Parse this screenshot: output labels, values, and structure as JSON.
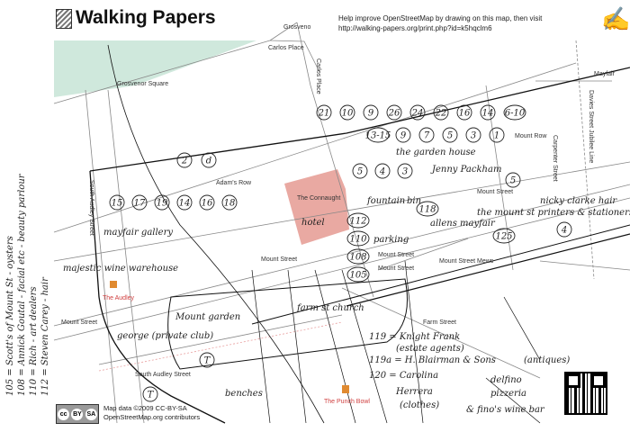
{
  "header": {
    "title": "Walking Papers",
    "help_line1": "Help improve OpenStreetMap by drawing on this map, then visit",
    "help_line2": "http://walking-papers.org/print.php?id=k5hqclm6"
  },
  "streets": {
    "grosvenor_square": "Grosvenor Square",
    "grosvenor": "Grosveno",
    "carlos_place_top": "Carlos Place",
    "carlos_place": "Carlos Place",
    "adams_row": "Adam's Row",
    "mount_row": "Mount Row",
    "mount_street_1": "Mount Street",
    "mount_street_2": "Mount Street",
    "mount_street_3": "Mount Street",
    "mount_street_4": "Mount Street",
    "mount_street_5": "Mount Street",
    "south_audley_1": "South Audley Street",
    "south_audley_2": "South Audley Street",
    "mount_street_mews": "Mount Street Mews",
    "carpenter_street": "Carpenter Street",
    "davies_street": "Davies Street Jubilee Line",
    "farm_street": "Farm Street",
    "mayfair": "Mayfair"
  },
  "pois": {
    "connaught": "The Connaught",
    "audley": "The Audley",
    "punch_bowl": "The Punch Bowl"
  },
  "annotations": {
    "hotel": "hotel",
    "mount_garden": "Mount garden",
    "farm_st_church": "farm st church",
    "benches": "benches",
    "n119": "119 = Knight Frank",
    "n119b": "(estate agents)",
    "n119a": "119a = H. Blairman & Sons",
    "n119ab": "(antiques)",
    "n120": "120 = Carolina",
    "n120b": "Herrera",
    "n120c": "(clothes)",
    "delfino": "delfino",
    "pizzeria": "pizzeria",
    "finos": "& fino's wine bar",
    "n105": "105 = Scott's of Mount St - oysters",
    "n108": "108 = Annick Goutal - facial etc - beauty parlour",
    "n110": "110 = Rich - art dealers",
    "n112": "112 = Steven Carey - hair",
    "garden_house": "the garden house",
    "nicky": "nicky clarke hair",
    "printers": "the mount st printers & stationers",
    "mayfair_gallery": "mayfair gallery",
    "majestic": "majestic wine warehouse",
    "george": "george (private club)",
    "parking": "parking",
    "allens": "allens mayfair",
    "jenny": "Jenny Packham",
    "fountain": "fountain",
    "bin": "bin",
    "circles": [
      "21",
      "10",
      "9",
      "26",
      "24",
      "22",
      "16",
      "14",
      "6-10",
      "13-15",
      "9",
      "7",
      "5",
      "3",
      "1",
      "5",
      "4",
      "3",
      "5",
      "15",
      "17",
      "19",
      "14",
      "16",
      "18",
      "2",
      "112",
      "110",
      "108",
      "105",
      "118",
      "125",
      "4",
      "T",
      "T",
      "d"
    ]
  },
  "footer": {
    "map_data": "Map data ©2009 CC-BY-SA",
    "contributors": "OpenStreetMap.org contributors",
    "cc_label": "cc",
    "by": "BY",
    "sa": "SA"
  }
}
